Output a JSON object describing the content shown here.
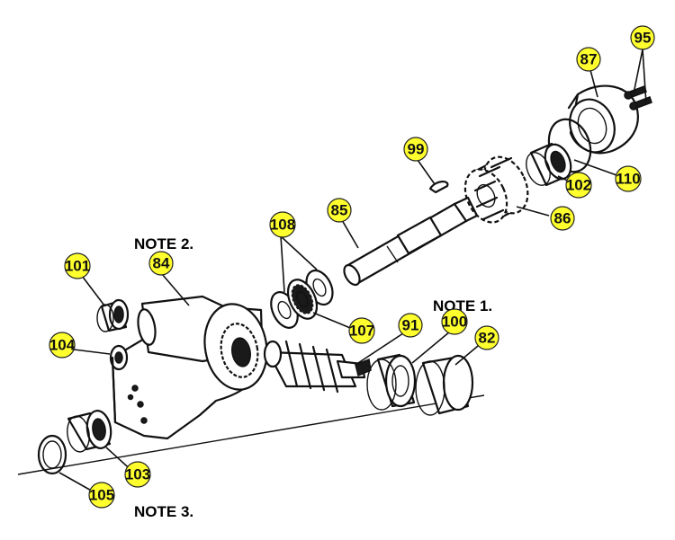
{
  "notes": {
    "note1": "NOTE 1.",
    "note2": "NOTE 2.",
    "note3": "NOTE 3."
  },
  "callouts": {
    "c95": "95",
    "c87": "87",
    "c99": "99",
    "c110": "110",
    "c102": "102",
    "c85": "85",
    "c86": "86",
    "c108": "108",
    "c101": "101",
    "c84": "84",
    "c107": "107",
    "c91": "91",
    "c100": "100",
    "c82": "82",
    "c104": "104",
    "c103": "103",
    "c105": "105"
  },
  "colors": {
    "callout_fill": "#ffff2e",
    "callout_stroke": "#222222",
    "line": "#111111"
  }
}
